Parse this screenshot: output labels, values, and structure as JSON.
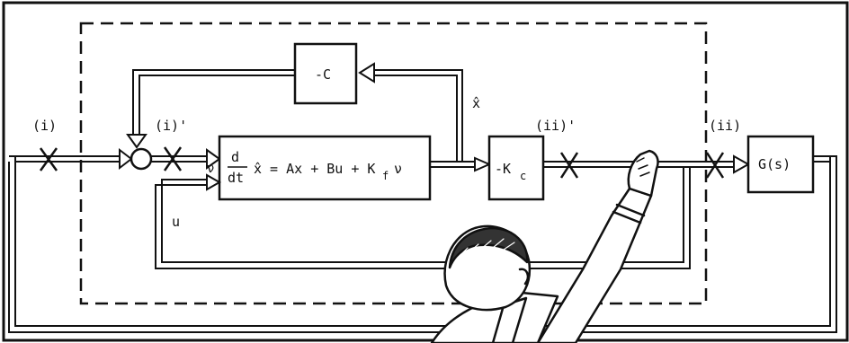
{
  "blocks": {
    "feedback_gain": "-C",
    "controller_gain": "-K",
    "controller_gain_sub": "c",
    "plant": "G(s)"
  },
  "observer": {
    "d": "d",
    "dt": "dt",
    "equation": "x̂ = Ax + Bu + K",
    "kf_sub": "f",
    "nu": "ν"
  },
  "labels": {
    "i": "(i)",
    "i_prime": "(i)'",
    "ii": "(ii)",
    "ii_prime": "(ii)'",
    "x_hat": "x̂",
    "nu": "ν",
    "u": "u"
  },
  "colors": {
    "ink": "#111111",
    "background": "#ffffff"
  }
}
